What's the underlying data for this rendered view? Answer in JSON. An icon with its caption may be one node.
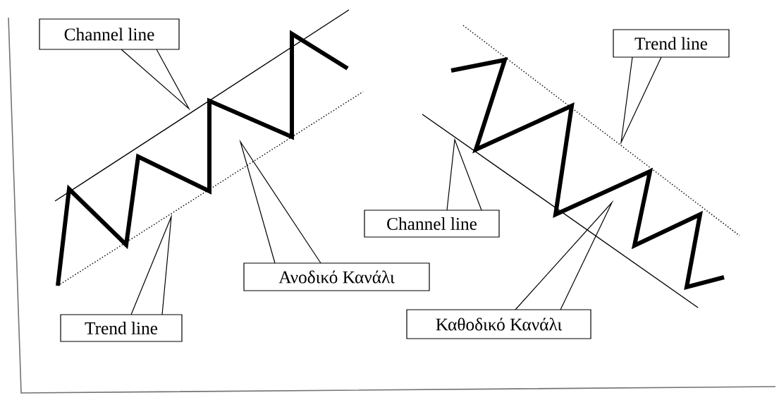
{
  "diagram": {
    "nodes": [
      {
        "text": [
          "Channel line"
        ]
      },
      {
        "text": [
          "Trend line"
        ]
      },
      {
        "text": [
          "Channel line"
        ]
      },
      {
        "text": [
          "Ανοδικό Κανάλι"
        ]
      },
      {
        "text": [
          "Καθοδικό Κανάλι"
        ]
      },
      {
        "text": [
          "Trend line"
        ]
      }
    ],
    "edges": [
      {
        "from": 0,
        "to": null,
        "arrow": "none"
      },
      {
        "from": 1,
        "to": null,
        "arrow": "none"
      },
      {
        "from": 2,
        "to": null,
        "arrow": "none"
      },
      {
        "from": 3,
        "to": null,
        "arrow": "none"
      },
      {
        "from": 4,
        "to": null,
        "arrow": "none"
      },
      {
        "from": 5,
        "to": null,
        "arrow": "none"
      }
    ]
  }
}
